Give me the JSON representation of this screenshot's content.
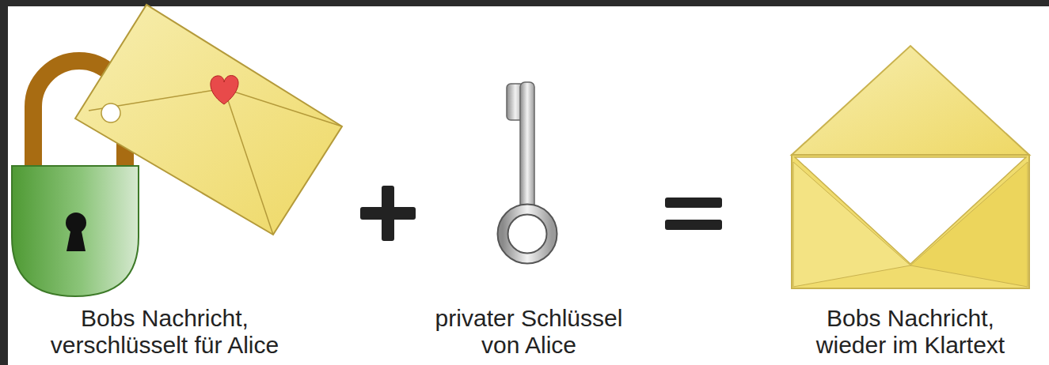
{
  "diagram": {
    "labels": [
      "Bobs Nachricht, verschlüsselt für Alice",
      "privater Schlüssel von Alice",
      "Bobs Nachricht, wieder im Klartext"
    ]
  }
}
